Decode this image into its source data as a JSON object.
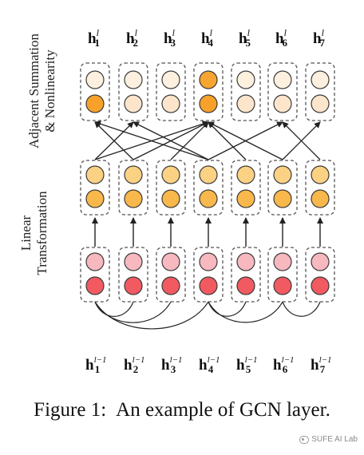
{
  "side_labels": {
    "top_line1": "Adjacent Summation",
    "top_line2": "& Nonlinearity",
    "bottom_line1": "Linear",
    "bottom_line2": "Transformation"
  },
  "top_labels": [
    {
      "base": "h",
      "sub": "1",
      "sup": "l"
    },
    {
      "base": "h",
      "sub": "2",
      "sup": "l"
    },
    {
      "base": "h",
      "sub": "3",
      "sup": "l"
    },
    {
      "base": "h",
      "sub": "4",
      "sup": "l"
    },
    {
      "base": "h",
      "sub": "5",
      "sup": "l"
    },
    {
      "base": "h",
      "sub": "6",
      "sup": "l"
    },
    {
      "base": "h",
      "sub": "7",
      "sup": "l"
    }
  ],
  "bottom_labels": [
    {
      "base": "h",
      "sub": "1",
      "sup": "l−1"
    },
    {
      "base": "h",
      "sub": "2",
      "sup": "l−1"
    },
    {
      "base": "h",
      "sub": "3",
      "sup": "l−1"
    },
    {
      "base": "h",
      "sub": "4",
      "sup": "l−1"
    },
    {
      "base": "h",
      "sub": "5",
      "sup": "l−1"
    },
    {
      "base": "h",
      "sub": "6",
      "sup": "l−1"
    },
    {
      "base": "h",
      "sub": "7",
      "sup": "l−1"
    }
  ],
  "layers": {
    "input": {
      "top": [
        "#f7b8c0",
        "#f7b8c0",
        "#f7b8c0",
        "#f7b8c0",
        "#f7b8c0",
        "#f7b8c0",
        "#f7b8c0"
      ],
      "bottom": [
        "#f25a62",
        "#f25a62",
        "#f25a62",
        "#f25a62",
        "#f25a62",
        "#f25a62",
        "#f25a62"
      ]
    },
    "transformed": {
      "top": [
        "#fbd184",
        "#fbd184",
        "#fbd184",
        "#fbd184",
        "#fbd184",
        "#fbd184",
        "#fbd184"
      ],
      "bottom": [
        "#f9b84b",
        "#f9b84b",
        "#f9b84b",
        "#f9b84b",
        "#f9b84b",
        "#f9b84b",
        "#f9b84b"
      ]
    },
    "output": {
      "top": [
        "#fdf0df",
        "#fdf0df",
        "#fdf0df",
        "#f7a531",
        "#fdf0df",
        "#fdf0df",
        "#fdf0df"
      ],
      "bottom": [
        "#f7a12a",
        "#fde5cc",
        "#fde5cc",
        "#f7a12a",
        "#fde5cc",
        "#fde5cc",
        "#fde5cc"
      ]
    }
  },
  "edges": {
    "summation": [
      [
        0,
        1
      ],
      [
        1,
        0
      ],
      [
        0,
        3
      ],
      [
        3,
        0
      ],
      [
        1,
        3
      ],
      [
        3,
        1
      ],
      [
        2,
        3
      ],
      [
        3,
        5
      ],
      [
        5,
        3
      ],
      [
        4,
        3
      ],
      [
        5,
        6
      ],
      [
        6,
        5
      ]
    ],
    "input_links": [
      [
        0,
        1
      ],
      [
        0,
        2
      ],
      [
        0,
        3
      ],
      [
        3,
        4
      ],
      [
        3,
        5
      ],
      [
        5,
        6
      ]
    ]
  },
  "caption": {
    "prefix": "Figure 1:",
    "text": "An example of GCN layer."
  },
  "watermark": "SUFE AI Lab",
  "colors": {
    "node_stroke": "#3a3a3a",
    "box_stroke": "#555555",
    "arrow": "#222222"
  }
}
